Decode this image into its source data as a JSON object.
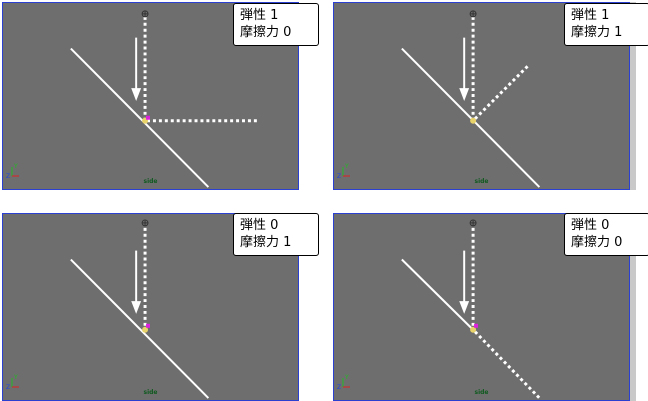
{
  "panels": [
    {
      "id": "top-left",
      "line1": "弾性 1",
      "line2": "摩擦力 0",
      "caption": "side"
    },
    {
      "id": "top-right",
      "line1": "弾性 1",
      "line2": "摩擦力 1",
      "caption": "side"
    },
    {
      "id": "bottom-left",
      "line1": "弾性 0",
      "line2": "摩擦力 1",
      "caption": "side"
    },
    {
      "id": "bottom-right",
      "line1": "弾性 0",
      "line2": "摩擦力 0",
      "caption": "side"
    }
  ],
  "axis": {
    "y_label": "Y",
    "z_label": "Z"
  },
  "colors": {
    "viewport_bg": "#6e6e6e",
    "viewport_border": "#2b3fd0",
    "caption": "#0e5a1e",
    "axis_y": "#22bb22",
    "axis_z": "#2244dd",
    "axis_x": "#dd2222",
    "impact_marker": "#dd22dd",
    "impact_ball": "#e8d26a"
  }
}
